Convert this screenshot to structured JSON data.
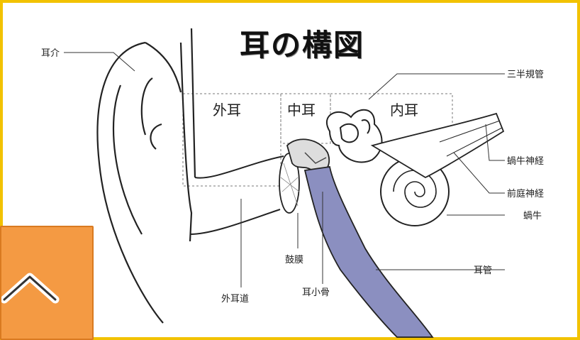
{
  "title": "耳の構図",
  "sections": {
    "outer": "外耳",
    "middle": "中耳",
    "inner": "内耳"
  },
  "labels": {
    "auricle": "耳介",
    "semicircular_canals": "三半規管",
    "cochlear_nerve": "蝸牛神経",
    "vestibular_nerve": "前庭神経",
    "cochlea": "蝸牛",
    "eustachian_tube": "耳管",
    "eardrum": "鼓膜",
    "ear_canal": "外耳道",
    "ossicles": "耳小骨"
  },
  "colors": {
    "frame": "#f2c200",
    "button": "#f49a43",
    "tube_fill": "#8b8fc0"
  },
  "button": {
    "icon": "chevron-up-icon"
  }
}
